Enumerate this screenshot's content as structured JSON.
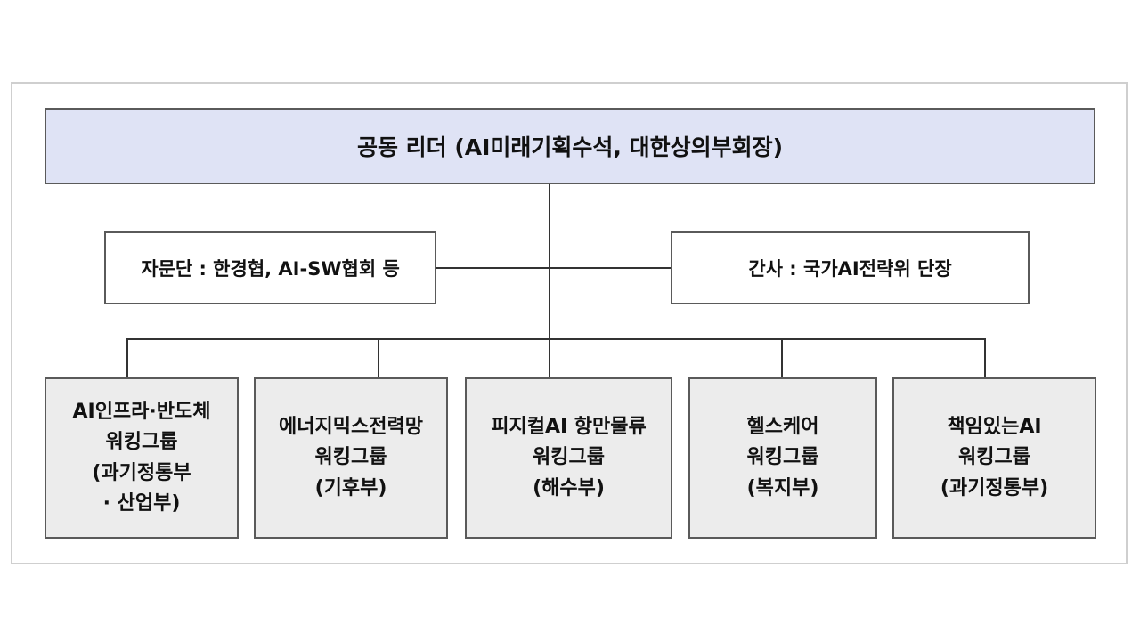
{
  "leader": {
    "label": "공동 리더 (AI미래기획수석, 대한상의부회장)"
  },
  "advisory": {
    "label": "자문단 : 한경협, AI-SW협회 등"
  },
  "secretary": {
    "label": "간사 : 국가AI전략위 단장"
  },
  "working_groups": [
    {
      "line1": "AI인프라·반도체",
      "line2": "워킹그룹",
      "line3": "(과기정통부",
      "line4": "· 산업부)"
    },
    {
      "line1": "에너지믹스전력망",
      "line2": "워킹그룹",
      "line3": "(기후부)",
      "line4": ""
    },
    {
      "line1": "피지컬AI 항만물류",
      "line2": "워킹그룹",
      "line3": "(해수부)",
      "line4": ""
    },
    {
      "line1": "헬스케어",
      "line2": "워킹그룹",
      "line3": "(복지부)",
      "line4": ""
    },
    {
      "line1": "책임있는AI",
      "line2": "워킹그룹",
      "line3": "(과기정통부)",
      "line4": ""
    }
  ]
}
